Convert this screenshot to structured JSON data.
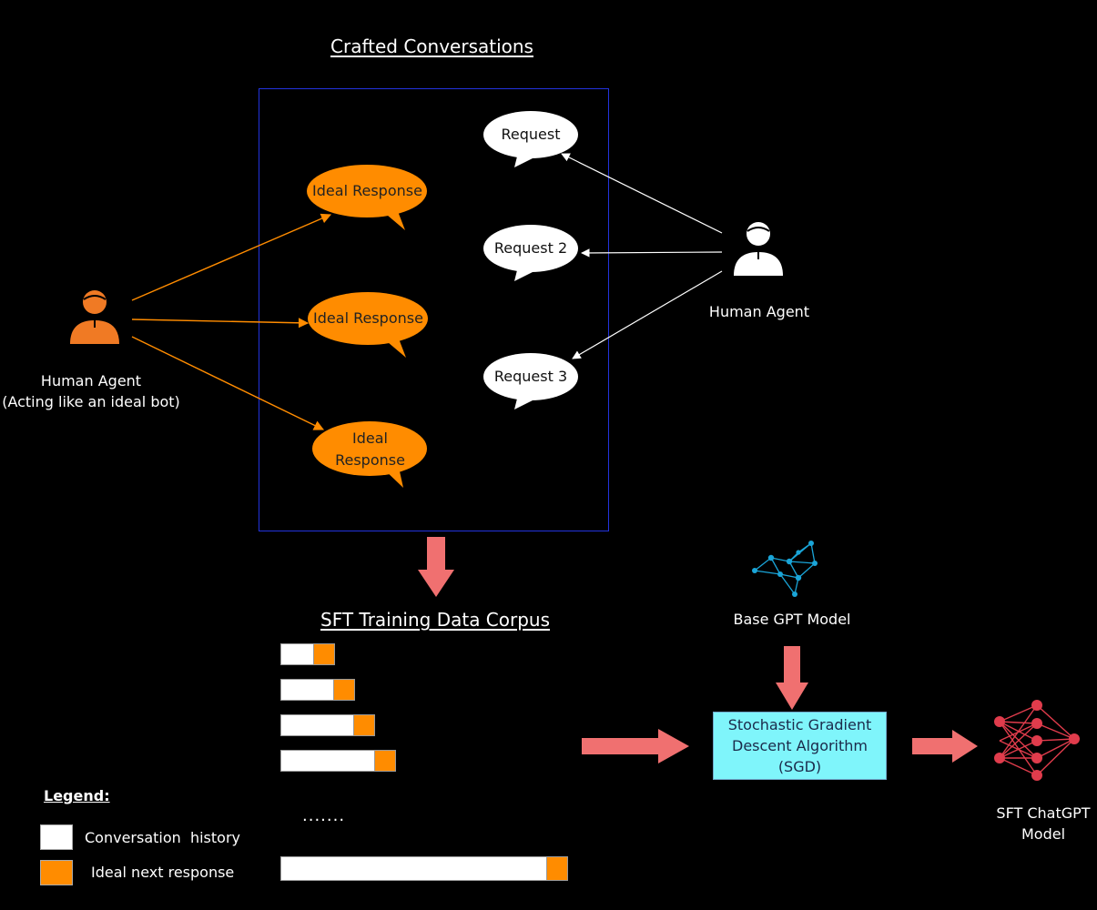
{
  "title_crafted": "Crafted Conversations",
  "title_corpus": "SFT Training Data Corpus",
  "requests": [
    "Request",
    "Request 2",
    "Request 3"
  ],
  "responses": [
    "Ideal Response",
    "Ideal Response",
    "Ideal\nResponse"
  ],
  "human_agent_right": "Human Agent",
  "human_agent_left": "Human Agent",
  "human_agent_left_sub": "(Acting like an ideal bot)",
  "base_model": "Base GPT Model",
  "sgd": [
    "Stochastic Gradient",
    "Descent Algorithm",
    "(SGD)"
  ],
  "output_model": [
    "SFT ChatGPT",
    "Model"
  ],
  "ellipsis": ".......",
  "legend": {
    "title": "Legend:",
    "history": "Conversation  history",
    "response": "Ideal next response"
  },
  "colors": {
    "orange": "#ff8c00",
    "frame": "#2233dd",
    "arrow_red": "#f07070",
    "sgd_fill": "#7ff5fb",
    "network_blue": "#1aa5d8",
    "network_red": "#e03c4c"
  },
  "icons": [
    "person-icon-orange",
    "person-icon-white",
    "network-graph-icon",
    "neural-network-icon"
  ],
  "corpus_bars": [
    {
      "history": 0.6,
      "response": 0.4
    },
    {
      "history": 0.72,
      "response": 0.28
    },
    {
      "history": 0.78,
      "response": 0.22
    },
    {
      "history": 0.82,
      "response": 0.18
    },
    {
      "history": 0.93,
      "response": 0.07
    }
  ]
}
